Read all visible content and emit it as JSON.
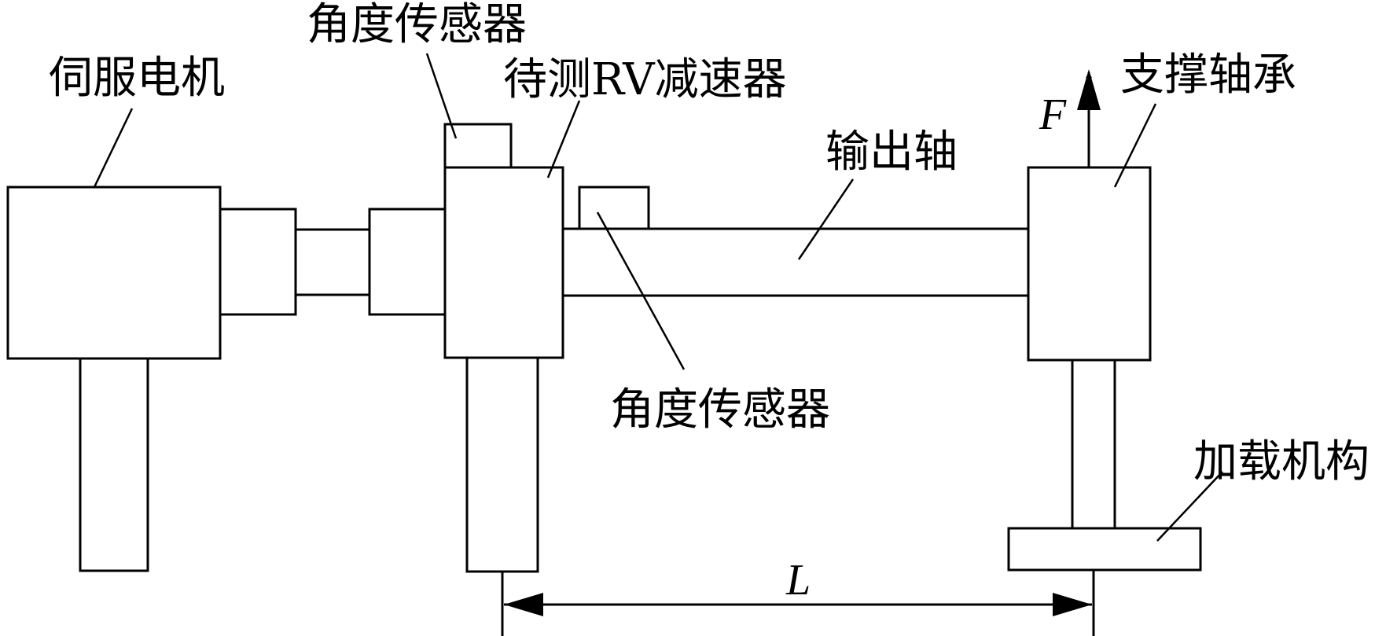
{
  "labels": {
    "servo_motor": "伺服电机",
    "angle_sensor_top": "角度传感器",
    "rv_reducer": "待测RV减速器",
    "output_shaft": "输出轴",
    "support_bearing": "支撑轴承",
    "angle_sensor_bottom": "角度传感器",
    "loading_mechanism": "加载机构"
  },
  "symbols": {
    "force": "F",
    "length": "L"
  },
  "colors": {
    "line": "#000000",
    "background": "#ffffff"
  }
}
